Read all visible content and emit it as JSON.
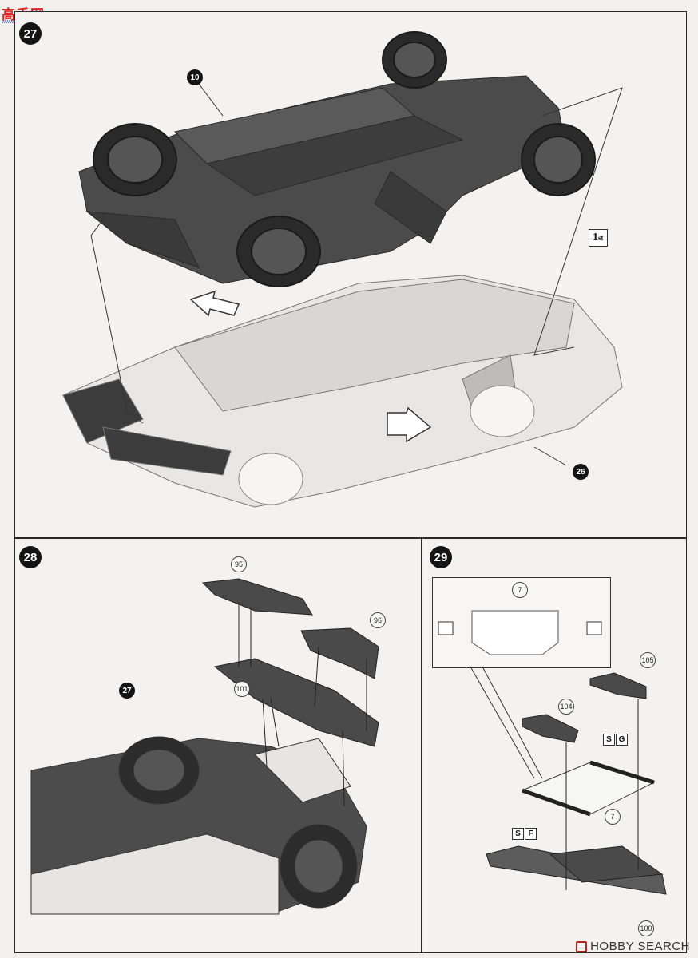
{
  "watermark": {
    "logo": "高手网",
    "site": "www.gaoshou.com"
  },
  "step27": {
    "number": "27",
    "chassis_part": "10",
    "body_part": "26",
    "order_tag_num": "1",
    "order_tag_suffix": "st"
  },
  "step28": {
    "number": "28",
    "body_ref": "27",
    "parts": [
      "95",
      "96",
      "101"
    ]
  },
  "step29": {
    "number": "29",
    "detail_part": "7",
    "parts": [
      "105",
      "104",
      "7",
      "100"
    ],
    "sg_tag": [
      "S",
      "G"
    ],
    "sf_tag": [
      "S",
      "F"
    ]
  },
  "footer": {
    "brand": "HOBBY SEARCH"
  },
  "colors": {
    "gray_part": "#4a4a4a",
    "white_part": "#e7e6e3",
    "badge": "#141414",
    "line": "#2a2a2a"
  }
}
